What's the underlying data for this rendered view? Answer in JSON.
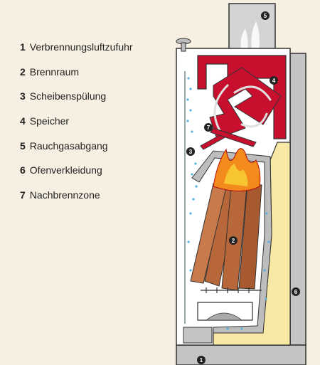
{
  "legend": [
    {
      "num": "1",
      "label": "Verbrennungsluftzufuhr"
    },
    {
      "num": "2",
      "label": "Brennraum"
    },
    {
      "num": "3",
      "label": "Scheibenspülung"
    },
    {
      "num": "4",
      "label": "Speicher"
    },
    {
      "num": "5",
      "label": "Rauchgasabgang"
    },
    {
      "num": "6",
      "label": "Ofenverkleidung"
    },
    {
      "num": "7",
      "label": "Nachbrennzone"
    }
  ],
  "badges": [
    "1",
    "2",
    "3",
    "4",
    "5",
    "6",
    "7"
  ],
  "colors": {
    "background": "#f6efe2",
    "storage": "#c8102e",
    "insulation": "#f8e8a6",
    "cladding": "#c4c4c4",
    "wood": "#b8673a",
    "flame": "#f28a1c",
    "air": "#58b0e0"
  }
}
